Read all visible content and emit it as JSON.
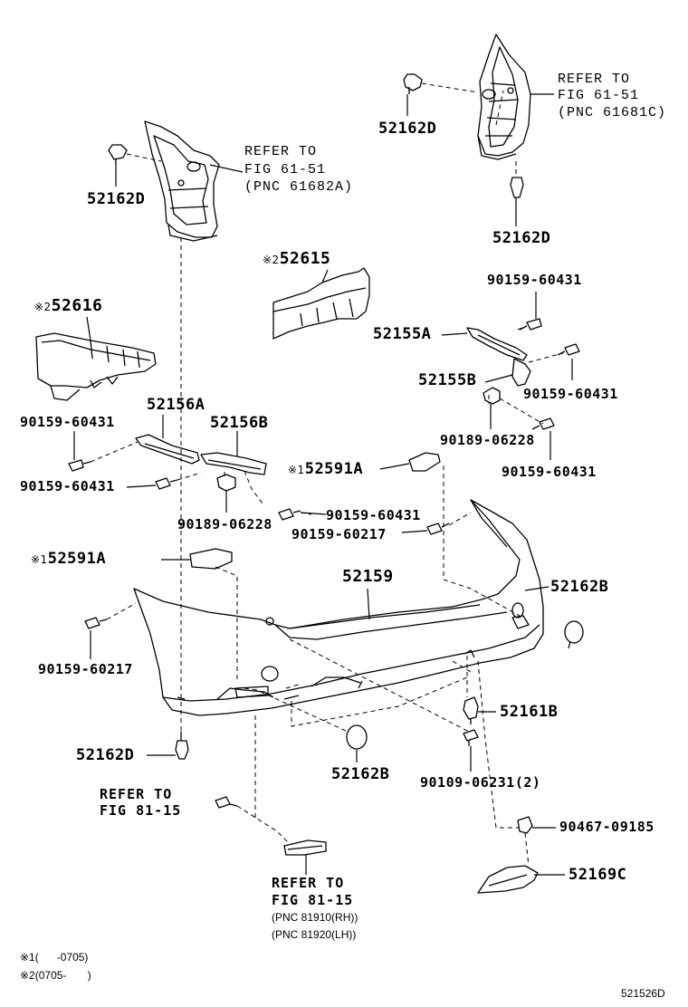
{
  "parts": {
    "p52162D_a": "52162D",
    "p52162D_b": "52162D",
    "p52162D_c": "52162D",
    "p52162D_d": "52162D",
    "p52615": "52615",
    "p52616": "52616",
    "p52155A": "52155A",
    "p52155B": "52155B",
    "p52156A": "52156A",
    "p52156B": "52156B",
    "p52591A_a": "52591A",
    "p52591A_b": "52591A",
    "p52159": "52159",
    "p52162B_a": "52162B",
    "p52162B_b": "52162B",
    "p52161B": "52161B",
    "p52169C": "52169C",
    "b90159_60431_a": "90159-60431",
    "b90159_60431_b": "90159-60431",
    "b90159_60431_c": "90159-60431",
    "b90159_60431_d": "90159-60431",
    "b90159_60431_e": "90159-60431",
    "b90159_60431_f": "90159-60431",
    "b90189_06228_a": "90189-06228",
    "b90189_06228_b": "90189-06228",
    "b90159_60217_a": "90159-60217",
    "b90159_60217_b": "90159-60217",
    "b90109_06231": "90109-06231(2)",
    "b90467_09185": "90467-09185"
  },
  "marks": {
    "m1": "※1",
    "m2": "※2"
  },
  "refs": {
    "r1_line1": "REFER TO",
    "r1_line2": "FIG 61-51",
    "r1_line3": "(PNC 61681C)",
    "r2_line1": "REFER TO",
    "r2_line2": "FIG 61-51",
    "r2_line3": "(PNC 61682A)",
    "r3_line1": "REFER TO",
    "r3_line2": "FIG 81-15",
    "r4_line1": "REFER TO",
    "r4_line2": "FIG 81-15",
    "r4_line3": "(PNC 81910(RH))",
    "r4_line4": "(PNC 81920(LH))"
  },
  "notes": {
    "n1_mark": "※1",
    "n1_text": "(      -0705)",
    "n2_mark": "※2",
    "n2_text": "(0705-       )"
  },
  "figure_code": "521526D"
}
